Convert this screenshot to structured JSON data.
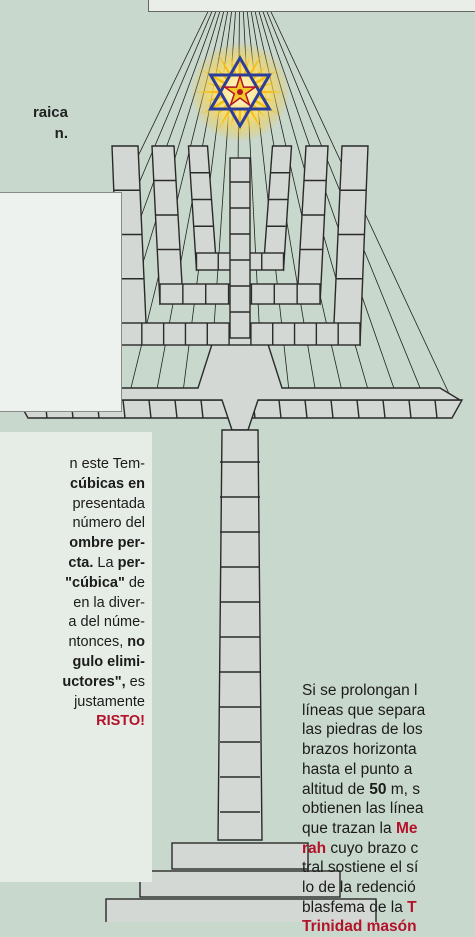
{
  "heading_lines": [
    "raica",
    "n."
  ],
  "left_paragraph": [
    [
      {
        "t": "n este Tem-",
        "s": ""
      }
    ],
    [
      {
        "t": "cúbicas en",
        "s": "b"
      }
    ],
    [
      {
        "t": "presentada",
        "s": ""
      }
    ],
    [
      {
        "t": "número del",
        "s": ""
      }
    ],
    [
      {
        "t": "ombre per-",
        "s": "b"
      }
    ],
    [
      {
        "t": "cta.",
        "s": "b"
      },
      {
        "t": " La ",
        "s": ""
      },
      {
        "t": "per-",
        "s": "b"
      }
    ],
    [
      {
        "t": "\"cúbica\"",
        "s": "b"
      },
      {
        "t": " de",
        "s": ""
      }
    ],
    [
      {
        "t": "en la diver-",
        "s": ""
      }
    ],
    [
      {
        "t": "a del núme-",
        "s": ""
      }
    ],
    [
      {
        "t": "ntonces, ",
        "s": ""
      },
      {
        "t": "no",
        "s": "b"
      }
    ],
    [
      {
        "t": "gulo elimi-",
        "s": "b"
      }
    ],
    [
      {
        "t": "uctores\",",
        "s": "b"
      },
      {
        "t": " es",
        "s": ""
      }
    ],
    [
      {
        "t": "justamente",
        "s": ""
      }
    ],
    [
      {
        "t": "RISTO!",
        "s": "red"
      }
    ]
  ],
  "right_paragraph": [
    [
      {
        "t": "Si se prolongan l",
        "s": ""
      }
    ],
    [
      {
        "t": "líneas que separa",
        "s": ""
      }
    ],
    [
      {
        "t": "las piedras de los",
        "s": ""
      }
    ],
    [
      {
        "t": "brazos horizonta",
        "s": ""
      }
    ],
    [
      {
        "t": "hasta el punto a",
        "s": ""
      }
    ],
    [
      {
        "t": "altitud de ",
        "s": ""
      },
      {
        "t": "50",
        "s": "b"
      },
      {
        "t": " m, s",
        "s": ""
      }
    ],
    [
      {
        "t": "obtienen las línea",
        "s": ""
      }
    ],
    [
      {
        "t": "que trazan la ",
        "s": ""
      },
      {
        "t": "Me",
        "s": "red"
      }
    ],
    [
      {
        "t": "rah",
        "s": "red"
      },
      {
        "t": " cuyo brazo c",
        "s": ""
      }
    ],
    [
      {
        "t": "tral sostiene el sí",
        "s": ""
      }
    ],
    [
      {
        "t": "lo de la redenció",
        "s": ""
      }
    ],
    [
      {
        "t": "blasfema de la ",
        "s": ""
      },
      {
        "t": "T",
        "s": "red"
      }
    ],
    [
      {
        "t": "Trinidad masón",
        "s": "red"
      }
    ]
  ],
  "colors": {
    "background": "#c9d8cc",
    "menorah_stone": "#d4d8d4",
    "outline": "#2a2a2a",
    "star": "#2b3f9a",
    "glow": "#f6c21b",
    "accent_red": "#b3122a"
  },
  "icons": {
    "star": "star-of-david-icon",
    "figure": "menorah-figure"
  }
}
